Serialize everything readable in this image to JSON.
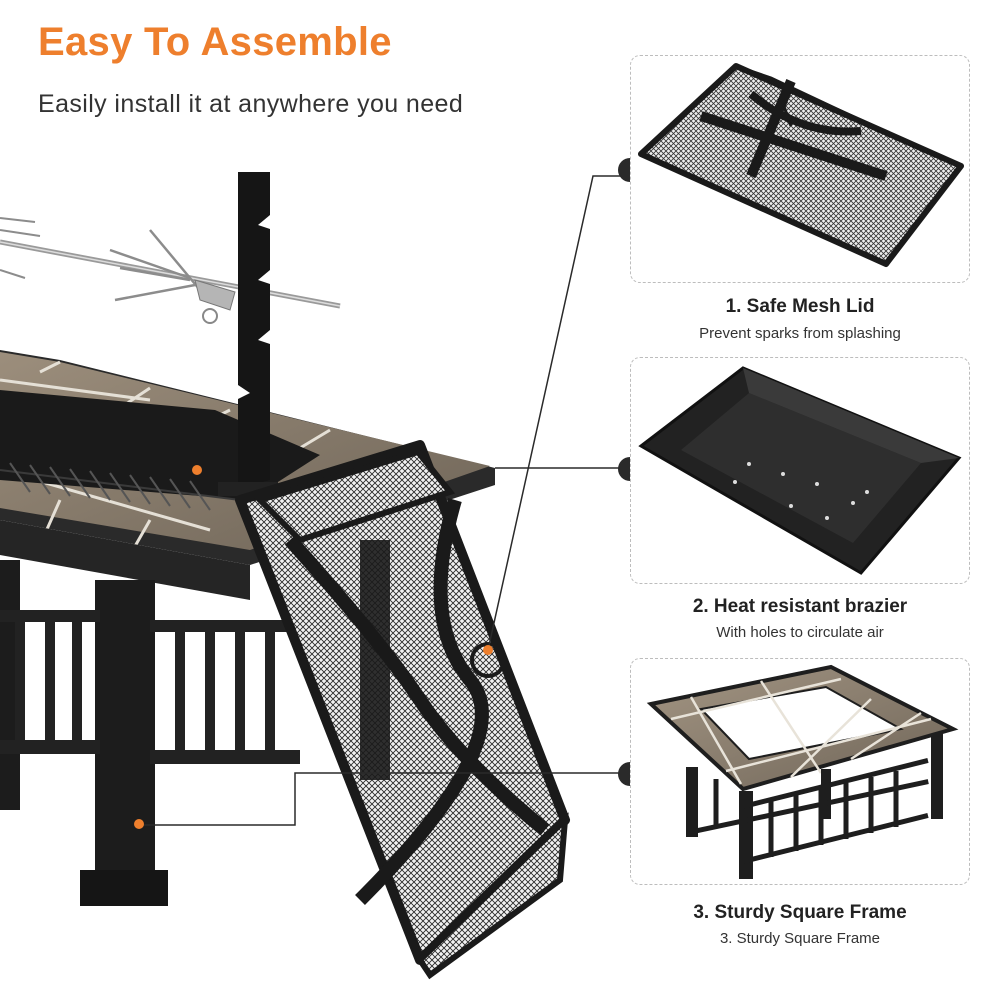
{
  "header": {
    "title": "Easy To Assemble",
    "subtitle": "Easily install it at anywhere you need"
  },
  "features": [
    {
      "title": "1. Safe Mesh Lid",
      "description": "Prevent sparks from splashing"
    },
    {
      "title": "2. Heat resistant brazier",
      "description": "With holes to circulate air"
    },
    {
      "title": "3. Sturdy Square Frame",
      "description": "3. Sturdy Square Frame"
    }
  ],
  "colors": {
    "accent": "#ee7f2d",
    "metal": "#1f1f1f",
    "tile": "#8a7d6e",
    "callout": "#2a2a2a"
  }
}
